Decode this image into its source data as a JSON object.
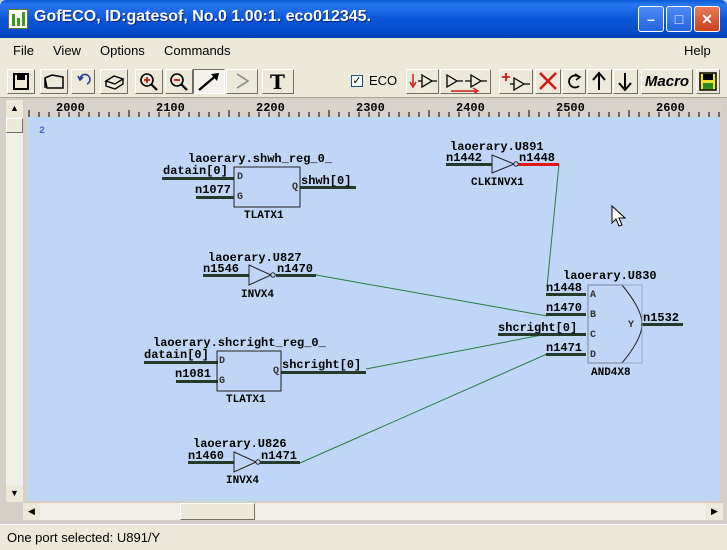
{
  "window": {
    "title": "GofECO, ID:gatesof, No.0 1.00:1. eco012345."
  },
  "menu": {
    "file": "File",
    "view": "View",
    "options": "Options",
    "commands": "Commands",
    "help": "Help"
  },
  "toolbar": {
    "eco_label": "ECO",
    "eco_checked": true,
    "macro_label": "Macro",
    "text_tool_label": "T"
  },
  "ruler": {
    "ticks": [
      "2000",
      "2100",
      "2200",
      "2300",
      "2400",
      "2500",
      "2600"
    ]
  },
  "canvas": {
    "sheet_label": "2",
    "cells": [
      {
        "instance": "laoerary.shwh_reg_0_",
        "type": "TLATX1",
        "pins": [
          "D",
          "G",
          "Q"
        ],
        "nets": [
          "datain[0]",
          "n1077",
          "shwh[0]"
        ]
      },
      {
        "instance": "laoerary.U891",
        "type": "CLKINVX1",
        "nets": [
          "n1442",
          "n1448"
        ]
      },
      {
        "instance": "laoerary.U827",
        "type": "INVX4",
        "nets": [
          "n1546",
          "n1470"
        ]
      },
      {
        "instance": "laoerary.U830",
        "type": "AND4X8",
        "pins": [
          "A",
          "B",
          "C",
          "D",
          "Y"
        ],
        "nets": [
          "n1448",
          "n1470",
          "shcright[0]",
          "n1471",
          "n1532"
        ]
      },
      {
        "instance": "laoerary.shcright_reg_0_",
        "type": "TLATX1",
        "pins": [
          "D",
          "G",
          "Q"
        ],
        "nets": [
          "datain[0]",
          "n1081",
          "shcright[0]"
        ]
      },
      {
        "instance": "laoerary.U826",
        "type": "INVX4",
        "nets": [
          "n1460",
          "n1471"
        ]
      }
    ]
  },
  "status": {
    "text": "One port selected: U891/Y"
  },
  "colors": {
    "canvas_bg": "#bfd6f6",
    "wire": "#2a7a44",
    "selected_wire": "#e01818",
    "net_bar": "#243a2a"
  }
}
